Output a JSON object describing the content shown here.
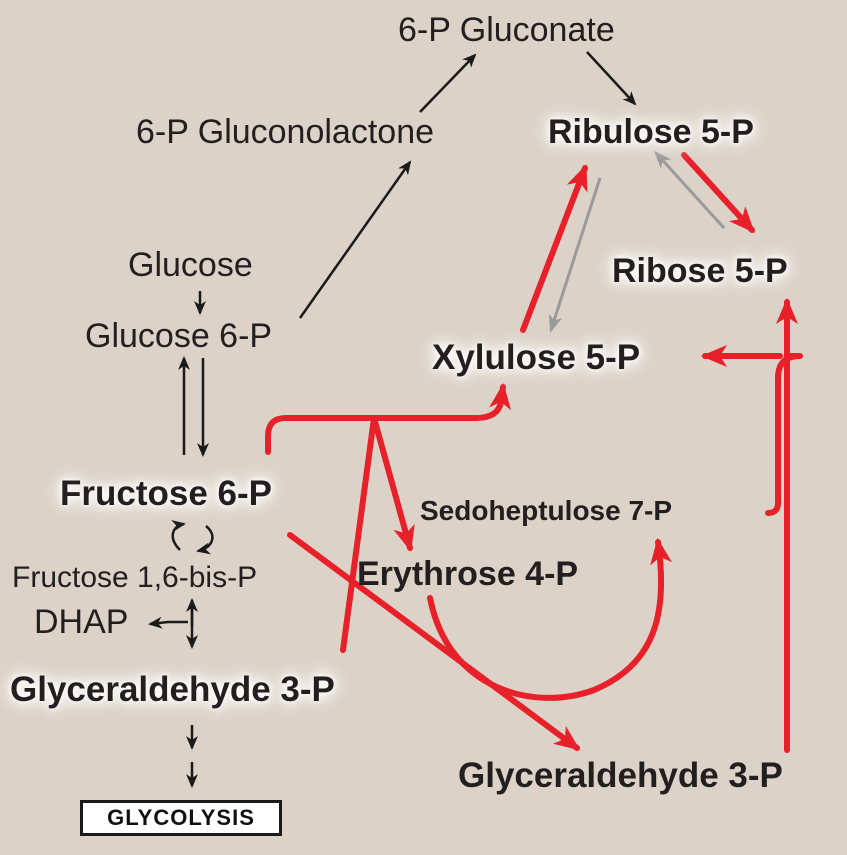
{
  "labels": {
    "gluconate": "6-P Gluconate",
    "gluconolactone": "6-P Gluconolactone",
    "ribulose": "Ribulose 5-P",
    "ribose": "Ribose 5-P",
    "glucose": "Glucose",
    "glucose6p": "Glucose 6-P",
    "xylulose": "Xylulose 5-P",
    "fructose6p": "Fructose 6-P",
    "sedoheptulose": "Sedoheptulose 7-P",
    "fructose16": "Fructose 1,6-bis-P",
    "erythrose": "Erythrose 4-P",
    "dhap": "DHAP",
    "g3p_left": "Glyceraldehyde 3-P",
    "g3p_right": "Glyceraldehyde 3-P",
    "glycolysis": "GLYCOLYSIS"
  },
  "colors": {
    "background": "#dcd2c7",
    "arrow_red": "#e8202a",
    "arrow_black": "#1a1a1a",
    "arrow_gray": "#9a9a9a"
  }
}
